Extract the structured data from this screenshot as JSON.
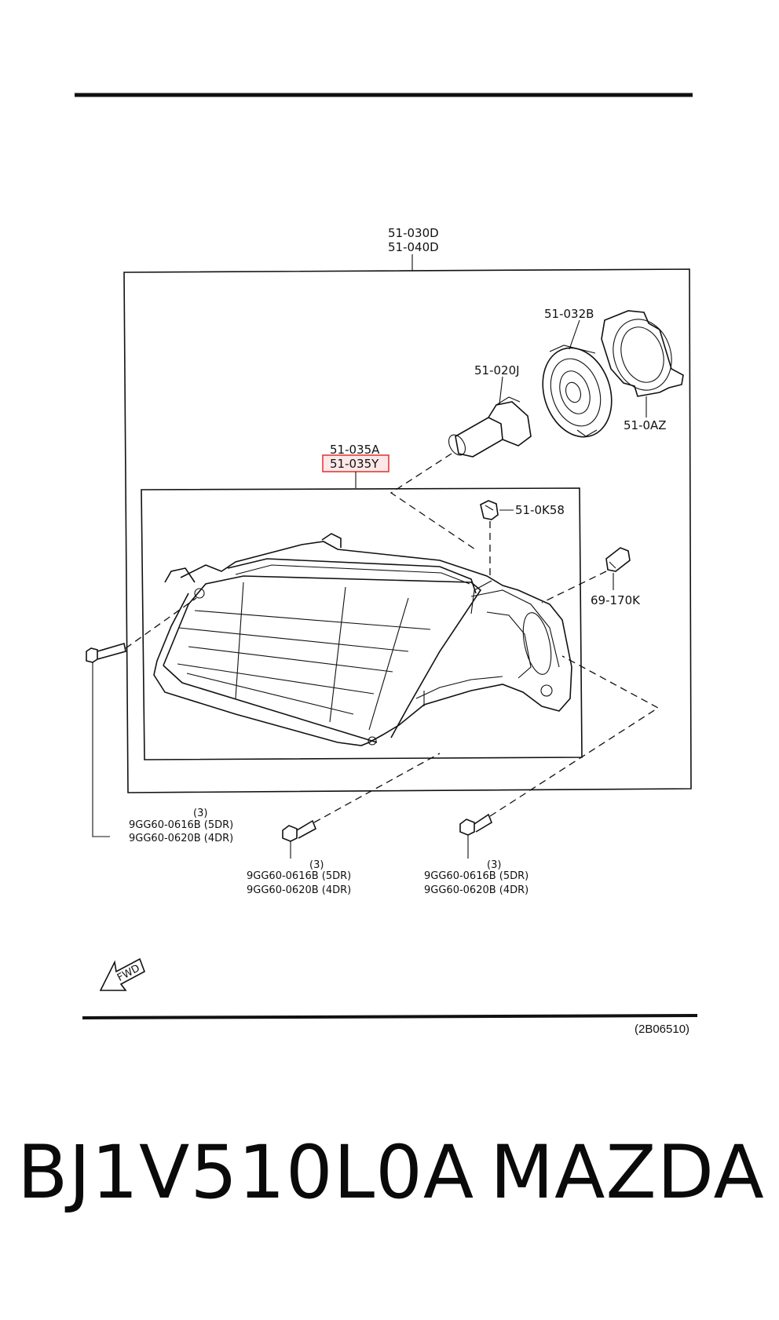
{
  "parts": {
    "housing_assembly": [
      "51-030D",
      "51-040D"
    ],
    "socket_cover": "51-032B",
    "bulb": "51-020J",
    "retainer": "51-0AZ",
    "lens_unit": [
      "51-035A",
      "51-035Y"
    ],
    "clip": "51-0K58",
    "side_bulb": "69-170K"
  },
  "bolts": {
    "left": {
      "qty": "(3)",
      "codes": [
        "9GG60-0616B (5DR)",
        "9GG60-0620B (4DR)"
      ]
    },
    "center": {
      "qty": "(3)",
      "codes": [
        "9GG60-0616B (5DR)",
        "9GG60-0620B (4DR)"
      ]
    },
    "right": {
      "qty": "(3)",
      "codes": [
        "9GG60-0616B (5DR)",
        "9GG60-0620B (4DR)"
      ]
    }
  },
  "fwd_label": "FWD",
  "figure_ref": "(2B06510)",
  "highlight_color": "#e23b3b",
  "footer": {
    "part_number": "BJ1V510L0A",
    "brand": "MAZDA"
  }
}
